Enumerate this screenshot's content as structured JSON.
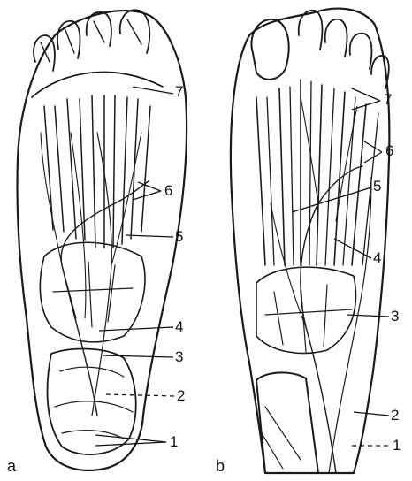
{
  "figure": {
    "panel_a": {
      "label": "a",
      "callouts": [
        "7",
        "6",
        "5",
        "4",
        "3",
        "2",
        "1"
      ]
    },
    "panel_b": {
      "label": "b",
      "callouts": [
        "7",
        "6",
        "5",
        "4",
        "3",
        "2",
        "1"
      ]
    }
  }
}
